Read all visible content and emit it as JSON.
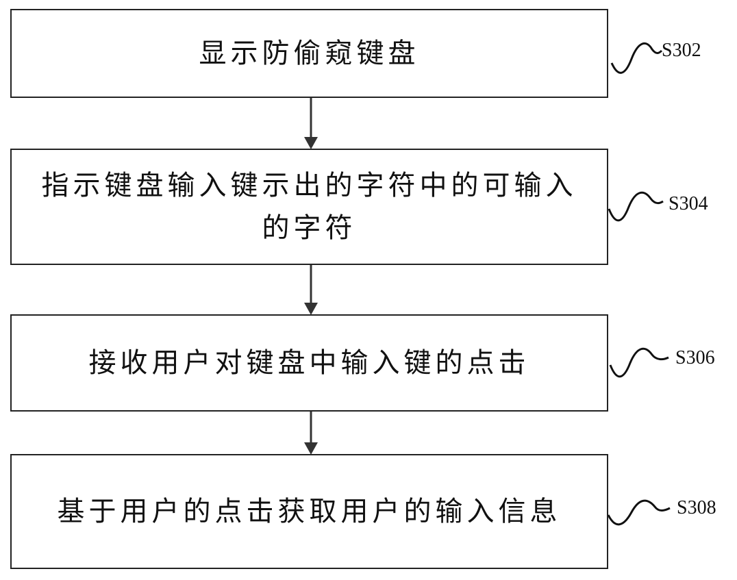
{
  "steps": [
    {
      "id": "S302",
      "text": "显示防偷窥键盘"
    },
    {
      "id": "S304",
      "text": "指示键盘输入键示出的字符中的可输入的字符"
    },
    {
      "id": "S306",
      "text": "接收用户对键盘中输入键的点击"
    },
    {
      "id": "S308",
      "text": "基于用户的点击获取用户的输入信息"
    }
  ],
  "colors": {
    "border": "#222222",
    "arrow": "#333333",
    "background": "#ffffff"
  }
}
